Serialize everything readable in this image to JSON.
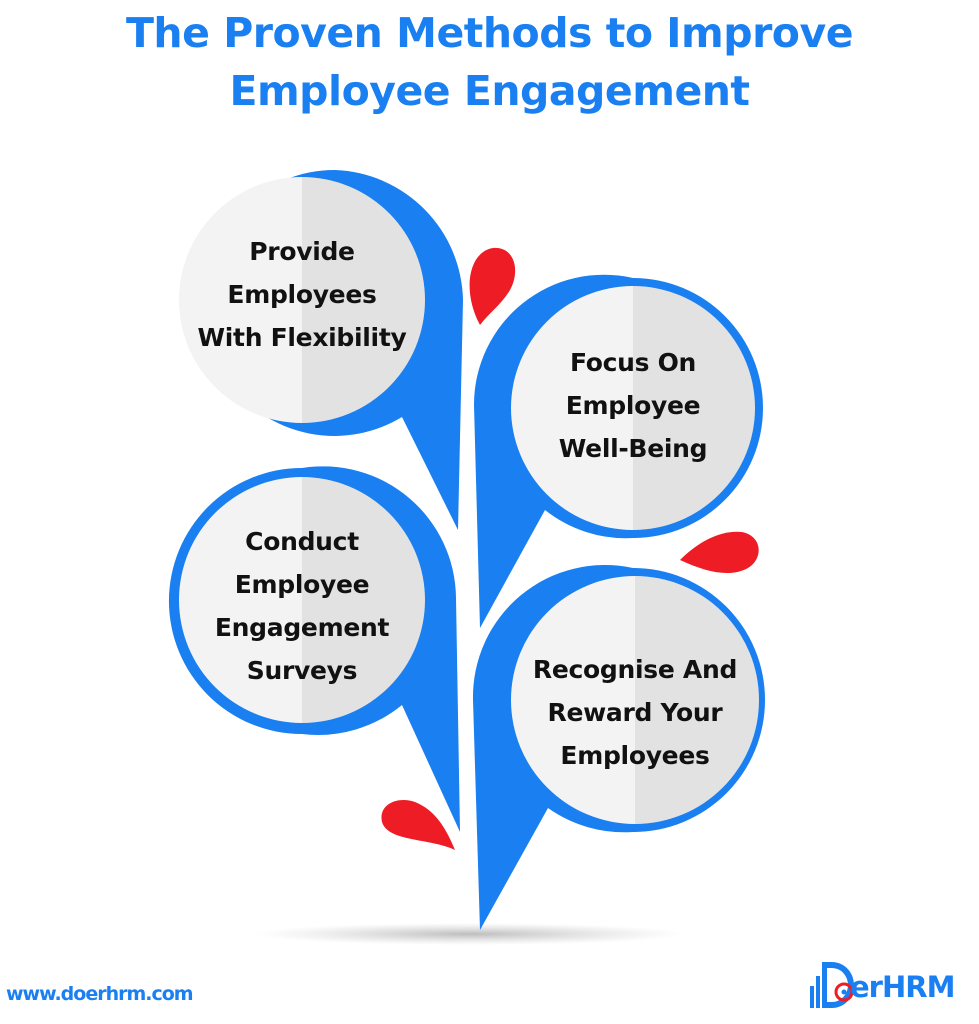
{
  "title": {
    "line1": "The Proven Methods to Improve",
    "line2": "Employee Engagement"
  },
  "methods": [
    {
      "lines": [
        "Provide",
        "Employees",
        "With Flexibility"
      ]
    },
    {
      "lines": [
        "Focus On",
        "Employee",
        "Well-Being"
      ]
    },
    {
      "lines": [
        "Conduct",
        "Employee",
        "Engagement",
        "Surveys"
      ]
    },
    {
      "lines": [
        "Recognise And",
        "Reward Your",
        "Employees"
      ]
    }
  ],
  "footer": {
    "url": "www.doerhrm.com",
    "logo": "DoerHRM",
    "logo_text": "erHRM"
  },
  "colors": {
    "primary_blue": "#1a7ff0",
    "accent_red": "#ee1c24",
    "bubble_fill_left": "#f2f2f2",
    "bubble_fill_right": "#e2e2e2",
    "text": "#111111"
  }
}
